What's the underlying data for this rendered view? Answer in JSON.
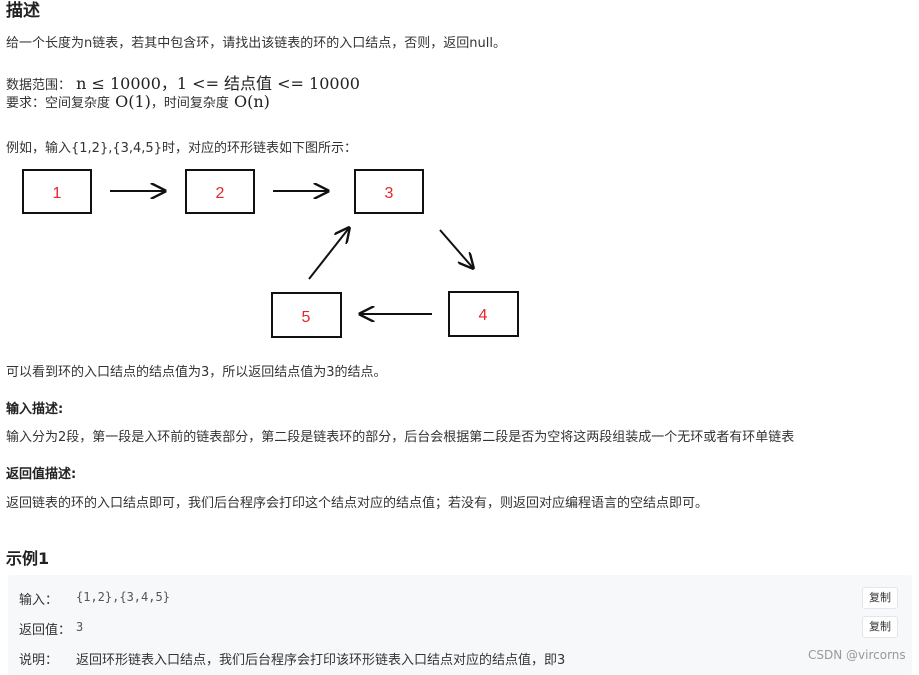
{
  "heading": "描述",
  "intro": "给一个长度为n链表，若其中包含环，请找出该链表的环的入口结点，否则，返回null。",
  "range": {
    "label": "数据范围：",
    "formula": "n ≤ 10000，1 <= 结点值 <= 10000"
  },
  "requirement": {
    "label": "要求：",
    "space_text": "空间复杂度",
    "space_formula": "O(1)",
    "time_text": "，时间复杂度",
    "time_formula": "O(n)"
  },
  "example_intro": "例如，输入{1,2},{3,4,5}时，对应的环形链表如下图所示：",
  "diagram": {
    "nodes": [
      "1",
      "2",
      "3",
      "4",
      "5"
    ],
    "node_color": "#e8232a"
  },
  "conclusion": "可以看到环的入口结点的结点值为3，所以返回结点值为3的结点。",
  "input_desc": {
    "title": "输入描述:",
    "text": "输入分为2段，第一段是入环前的链表部分，第二段是链表环的部分，后台会根据第二段是否为空将这两段组装成一个无环或者有环单链表"
  },
  "return_desc": {
    "title": "返回值描述:",
    "text": "返回链表的环的入口结点即可，我们后台程序会打印这个结点对应的结点值；若没有，则返回对应编程语言的空结点即可。"
  },
  "example1": {
    "title": "示例1",
    "input_label": "输入：",
    "input_value": "{1,2},{3,4,5}",
    "return_label": "返回值：",
    "return_value": "3",
    "explain_label": "说明：",
    "explain_value": "返回环形链表入口结点，我们后台程序会打印该环形链表入口结点对应的结点值，即3",
    "copy_label": "复制"
  },
  "watermark": "CSDN @vircorns"
}
